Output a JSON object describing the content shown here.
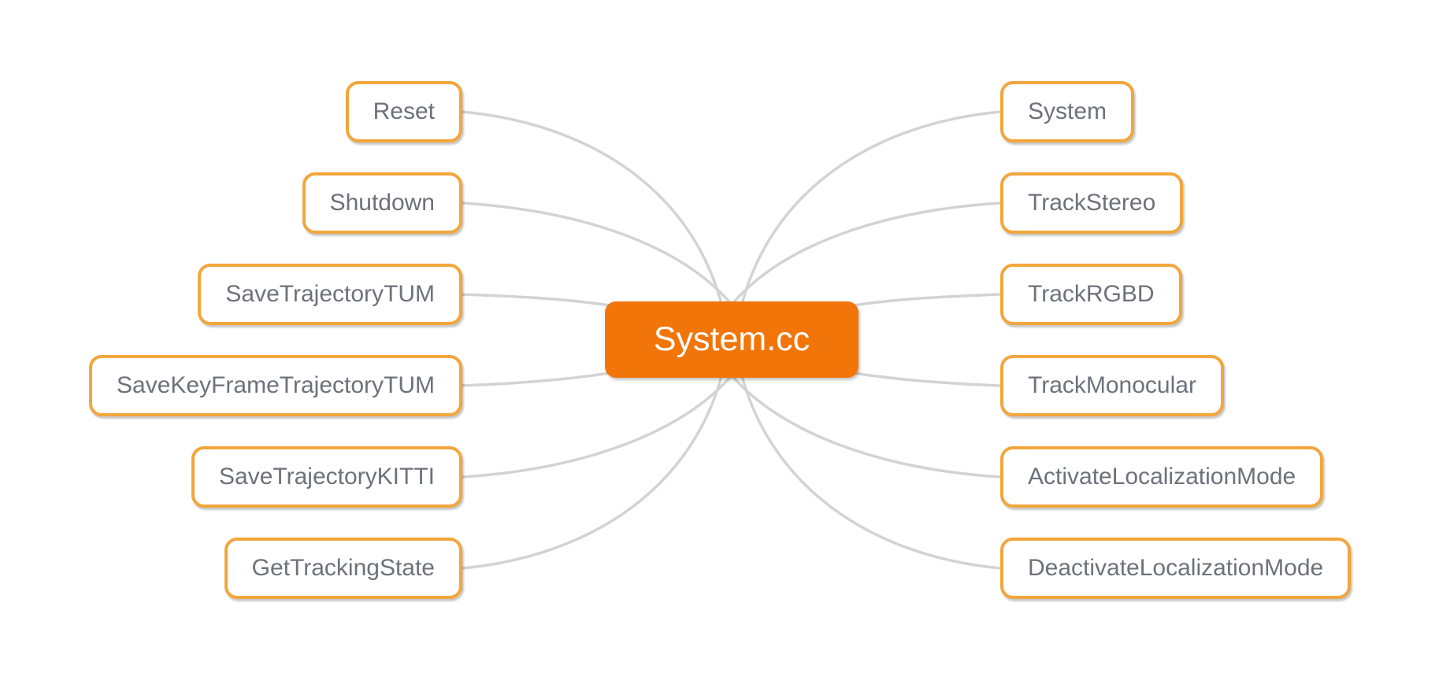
{
  "diagram": {
    "type": "mindmap",
    "center": {
      "label": "System.cc"
    },
    "left_nodes": [
      {
        "label": "Reset"
      },
      {
        "label": "Shutdown"
      },
      {
        "label": "SaveTrajectoryTUM"
      },
      {
        "label": "SaveKeyFrameTrajectoryTUM"
      },
      {
        "label": "SaveTrajectoryKITTI"
      },
      {
        "label": "GetTrackingState"
      }
    ],
    "right_nodes": [
      {
        "label": "System"
      },
      {
        "label": "TrackStereo"
      },
      {
        "label": "TrackRGBD"
      },
      {
        "label": "TrackMonocular"
      },
      {
        "label": "ActivateLocalizationMode"
      },
      {
        "label": "DeactivateLocalizationMode"
      }
    ]
  },
  "colors": {
    "center_fill": "#f2750a",
    "center_text": "#ffffff",
    "node_border": "#f2a63c",
    "node_background": "#ffffff",
    "node_text": "#6c727a",
    "connector": "#d3d3d3",
    "page_background": "#ffffff"
  }
}
